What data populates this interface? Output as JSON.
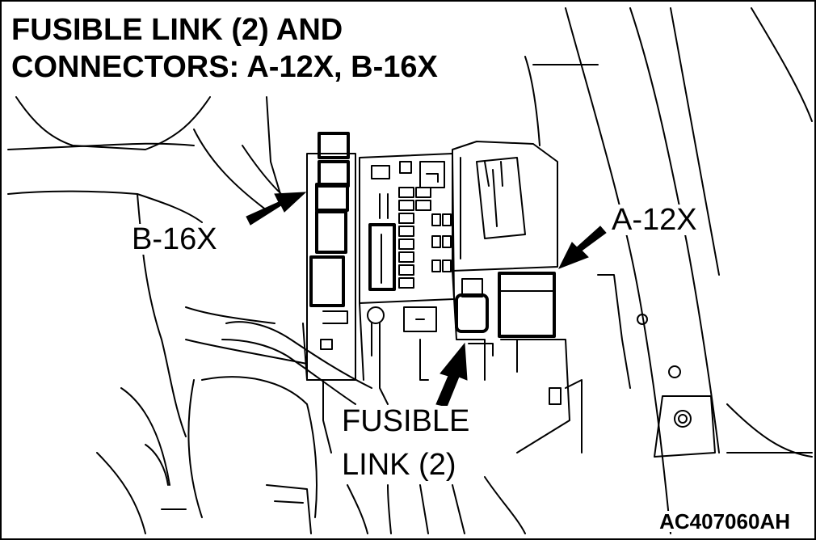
{
  "title": {
    "line1": "FUSIBLE LINK (2) AND",
    "line2": "CONNECTORS: A-12X, B-16X"
  },
  "callouts": {
    "b16x": "B-16X",
    "a12x": "A-12X",
    "fusible_line1": "FUSIBLE",
    "fusible_line2": "LINK (2)"
  },
  "figure_code": "AC407060AH"
}
